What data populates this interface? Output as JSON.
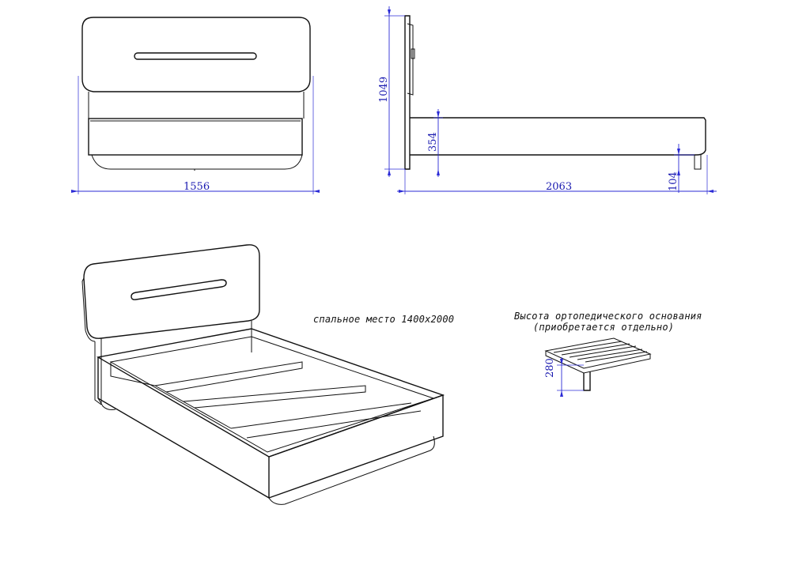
{
  "dimensions": {
    "overall_width": "1556",
    "overall_height": "1049",
    "frame_height": "354",
    "overall_length": "2063",
    "clearance": "104",
    "base_height": "280"
  },
  "notes": {
    "sleeping_area": "спальное место 1400х2000",
    "base_height_title": "Высота ортопедического основания",
    "base_sold_separately": "(приобретается отдельно)"
  },
  "colors": {
    "outline": "#111111",
    "dimension": "#2b2bd6"
  }
}
